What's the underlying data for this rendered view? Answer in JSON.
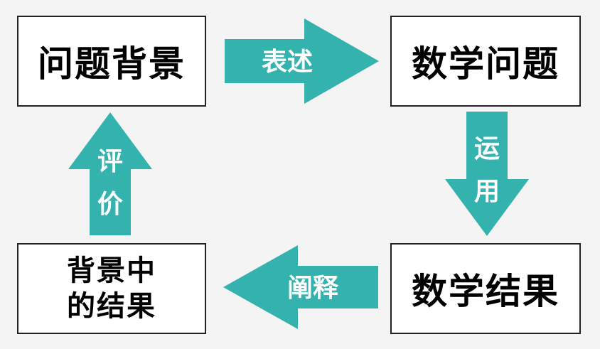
{
  "nodes": {
    "problem_background": "问题背景",
    "math_problem": "数学问题",
    "math_result": "数学结果",
    "result_in_context": [
      "背景中",
      "的结果"
    ]
  },
  "edges": {
    "express": "表述",
    "apply": [
      "运",
      "用"
    ],
    "interpret": "阐释",
    "evaluate": [
      "评",
      "价"
    ]
  },
  "colors": {
    "arrow": "#34b2ad",
    "box_border": "#222222",
    "background": "#f4f4f4"
  }
}
